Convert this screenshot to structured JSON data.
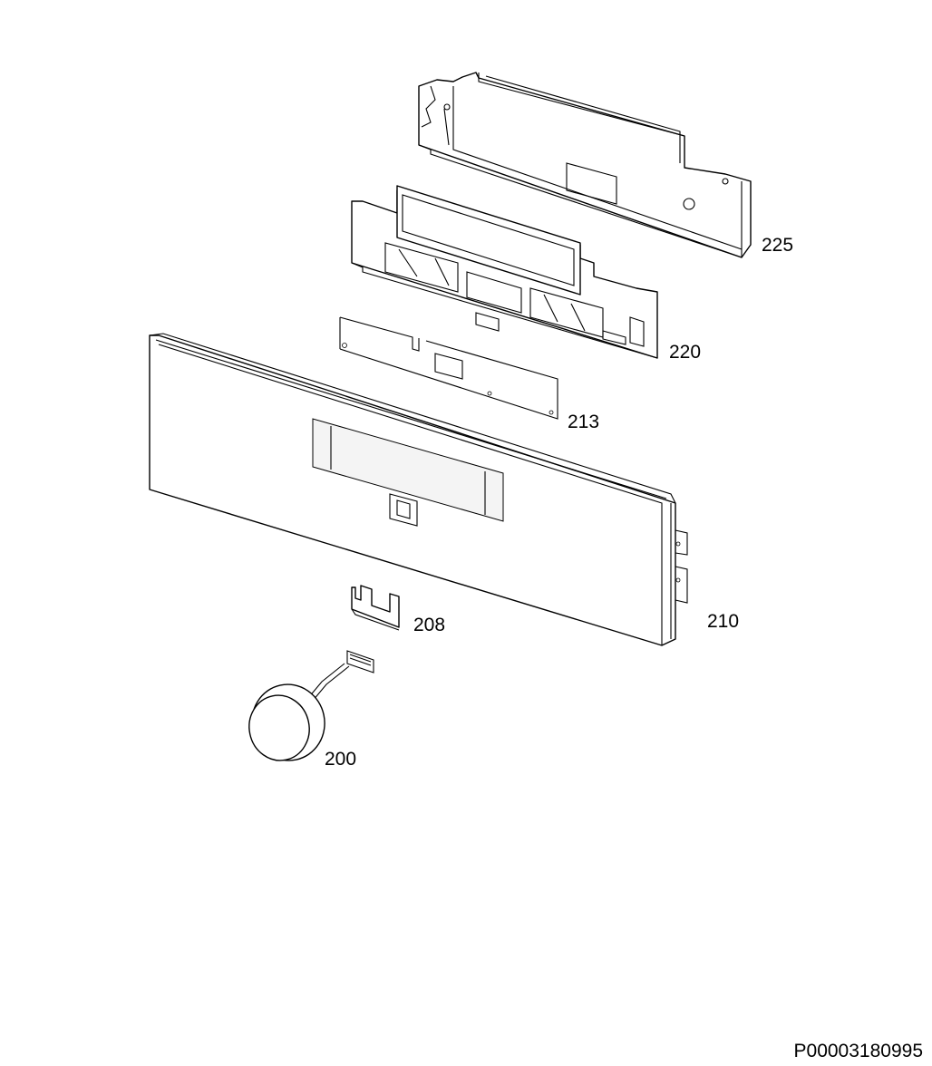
{
  "parts": [
    {
      "id": "part-225",
      "label": "225"
    },
    {
      "id": "part-220",
      "label": "220"
    },
    {
      "id": "part-213",
      "label": "213"
    },
    {
      "id": "part-210",
      "label": "210"
    },
    {
      "id": "part-208",
      "label": "208"
    },
    {
      "id": "part-200",
      "label": "200"
    }
  ],
  "document_id": "P00003180995"
}
